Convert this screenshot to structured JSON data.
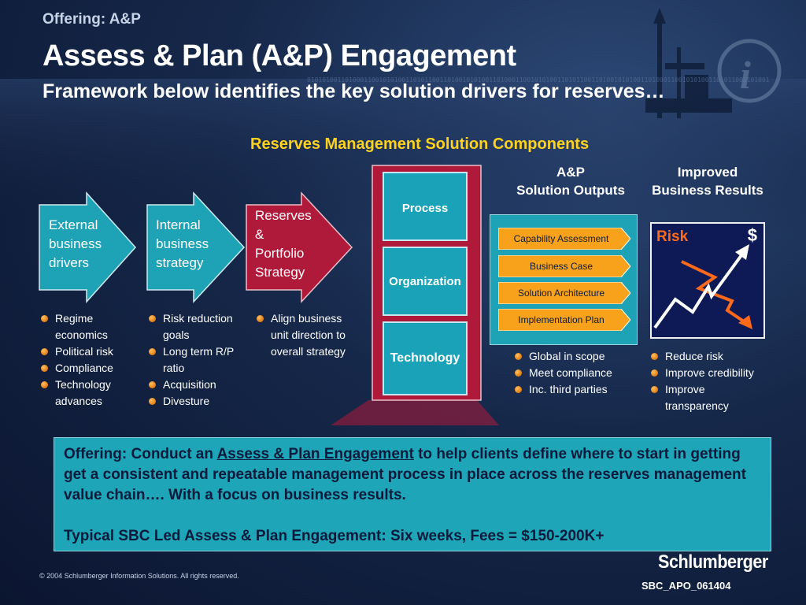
{
  "header": {
    "offering_tag": "Offering: A&P",
    "title": "Assess & Plan (A&P) Engagement",
    "subtitle": "Framework below identifies the key solution drivers for reserves…"
  },
  "diagram": {
    "section_title": "Reserves Management Solution Components",
    "drivers": [
      {
        "label_lines": [
          "External",
          "business",
          "drivers"
        ],
        "bullets": [
          "Regime",
          "economics",
          "Political risk",
          "Compliance",
          "Technology",
          "advances"
        ]
      },
      {
        "label_lines": [
          "Internal",
          "business",
          "strategy"
        ],
        "bullets": [
          "Risk reduction",
          "goals",
          "Long term R/P",
          "ratio",
          "Acquisition",
          "Divesture"
        ]
      },
      {
        "label_lines": [
          "Reserves",
          "&",
          "Portfolio",
          "Strategy"
        ],
        "bullets": [
          "Align business",
          "unit direction to",
          "overall strategy"
        ]
      }
    ],
    "pillars": [
      "Process",
      "Organization",
      "Technology"
    ],
    "outputs": {
      "heading_lines": [
        "A&P",
        "Solution Outputs"
      ],
      "items": [
        "Capability Assessment",
        "Business Case",
        "Solution Architecture",
        "Implementation Plan"
      ],
      "bullets": [
        "Global in scope",
        "Meet compliance",
        "Inc. third parties"
      ]
    },
    "results": {
      "heading_lines": [
        "Improved",
        "Business Results"
      ],
      "risk_label": "Risk",
      "dollar_label": "$",
      "bullets": [
        "Reduce risk",
        "Improve credibility",
        "Improve",
        "transparency"
      ]
    }
  },
  "offering": {
    "prefix": "Offering: Conduct an ",
    "link_text": "Assess & Plan Engagement",
    "suffix": " to help clients define where to start in getting get a consistent and repeatable management process in place across the reserves management value chain…. With a focus on business results.",
    "typical": "Typical SBC Led Assess & Plan Engagement: Six weeks, Fees = $150-200K+"
  },
  "footer": {
    "copyright": "© 2004 Schlumberger Information Solutions. All rights reserved.",
    "logo": "Schlumberger",
    "doc_id": "SBC_APO_061404"
  },
  "colors": {
    "background": "#16284a",
    "title_yellow": "#ffd21f",
    "teal": "#1ea2b5",
    "crimson": "#b01a3a",
    "bullet_orange": "#e07a10",
    "risk_orange": "#ff6a1a",
    "result_navy": "#0d1a55"
  }
}
